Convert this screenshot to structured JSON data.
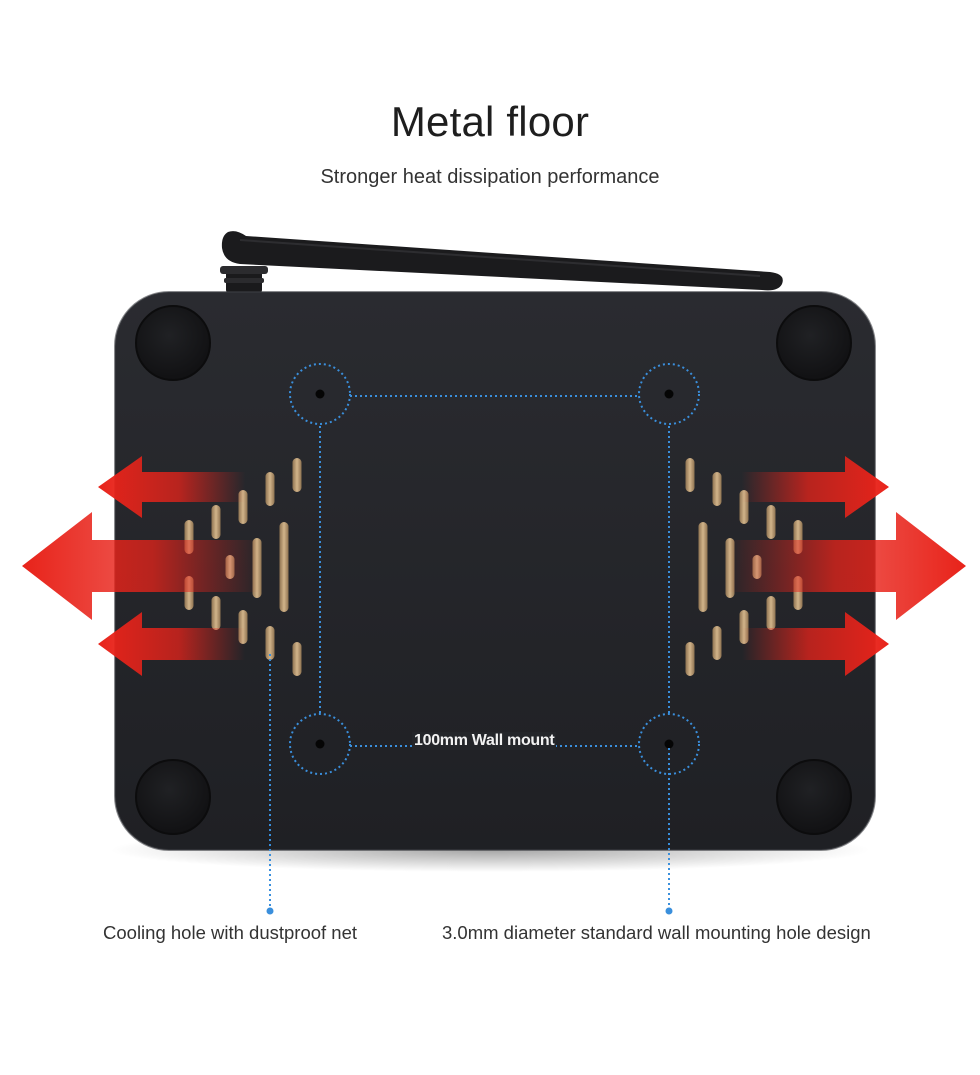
{
  "header": {
    "title": "Metal floor",
    "subtitle": "Stronger heat dissipation performance"
  },
  "device": {
    "wall_mount_label": "100mm Wall mount"
  },
  "captions": {
    "cooling": "Cooling hole with dustproof net",
    "mounting": "3.0mm diameter standard wall mounting hole design"
  },
  "colors": {
    "body": "#232428",
    "accent_blue": "#3a8fdc",
    "arrow_red": "#e8231a",
    "vent": "#b99c72"
  }
}
